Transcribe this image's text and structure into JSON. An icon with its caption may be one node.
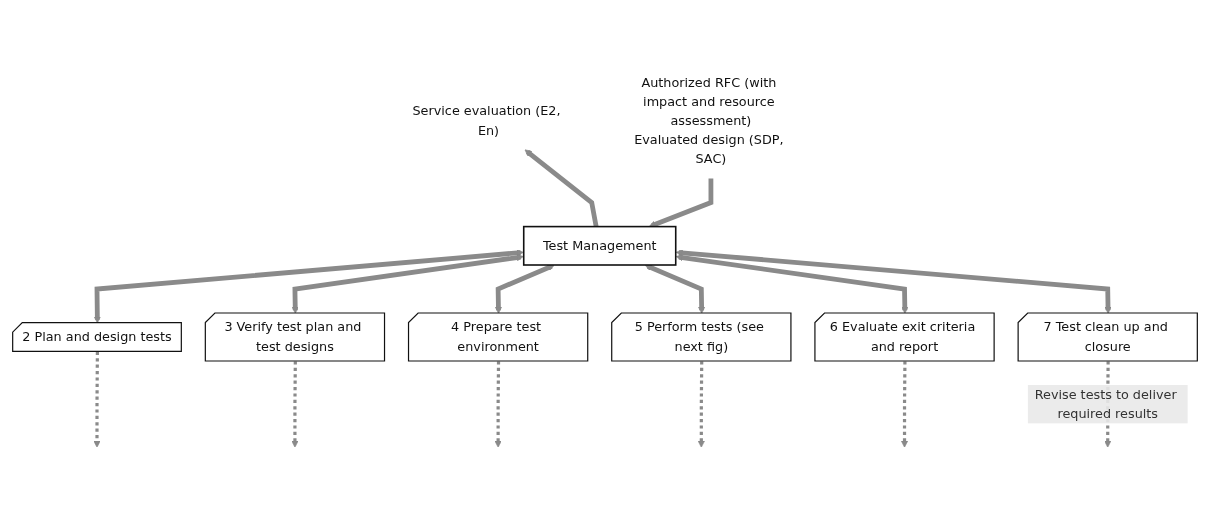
{
  "diagram": {
    "nodes": [
      {
        "text": [
          "Authorized RFC (with impact and resource assessment)",
          "Evaluated design (SDP, SAC)"
        ]
      },
      {
        "text": [
          "Service evaluation (E2, En)"
        ]
      },
      {
        "text": [
          "Test Management"
        ]
      },
      {
        "text": [
          "2 Plan and design tests"
        ]
      },
      {
        "text": [
          "3 Verify test plan and test designs"
        ]
      },
      {
        "text": [
          "4 Prepare test environment"
        ]
      },
      {
        "text": [
          "5 Perform tests (see next fig)"
        ]
      },
      {
        "text": [
          "6 Evaluate exit criteria and report"
        ]
      },
      {
        "text": [
          "7 Test clean up and closure"
        ]
      }
    ],
    "edges": [
      {
        "from": 0,
        "to": 2,
        "arrow": "to"
      },
      {
        "from": 2,
        "to": 1,
        "arrow": "to"
      },
      {
        "from": 2,
        "to": 3,
        "arrow": "both"
      },
      {
        "from": 2,
        "to": 4,
        "arrow": "both"
      },
      {
        "from": 2,
        "to": 5,
        "arrow": "both"
      },
      {
        "from": 2,
        "to": 6,
        "arrow": "both"
      },
      {
        "from": 2,
        "to": 7,
        "arrow": "both"
      },
      {
        "from": 2,
        "to": 8,
        "arrow": "both"
      },
      {
        "from": 3,
        "to": null,
        "arrow": "to",
        "style": "dashed"
      },
      {
        "from": 4,
        "to": null,
        "arrow": "to",
        "style": "dashed"
      },
      {
        "from": 5,
        "to": null,
        "arrow": "to",
        "style": "dashed"
      },
      {
        "from": 6,
        "to": null,
        "arrow": "to",
        "style": "dashed"
      },
      {
        "from": 7,
        "to": null,
        "arrow": "to",
        "style": "dashed"
      },
      {
        "from": 8,
        "to": null,
        "arrow": "to",
        "style": "dashed",
        "label": "Revise tests to deliver required results"
      }
    ]
  }
}
